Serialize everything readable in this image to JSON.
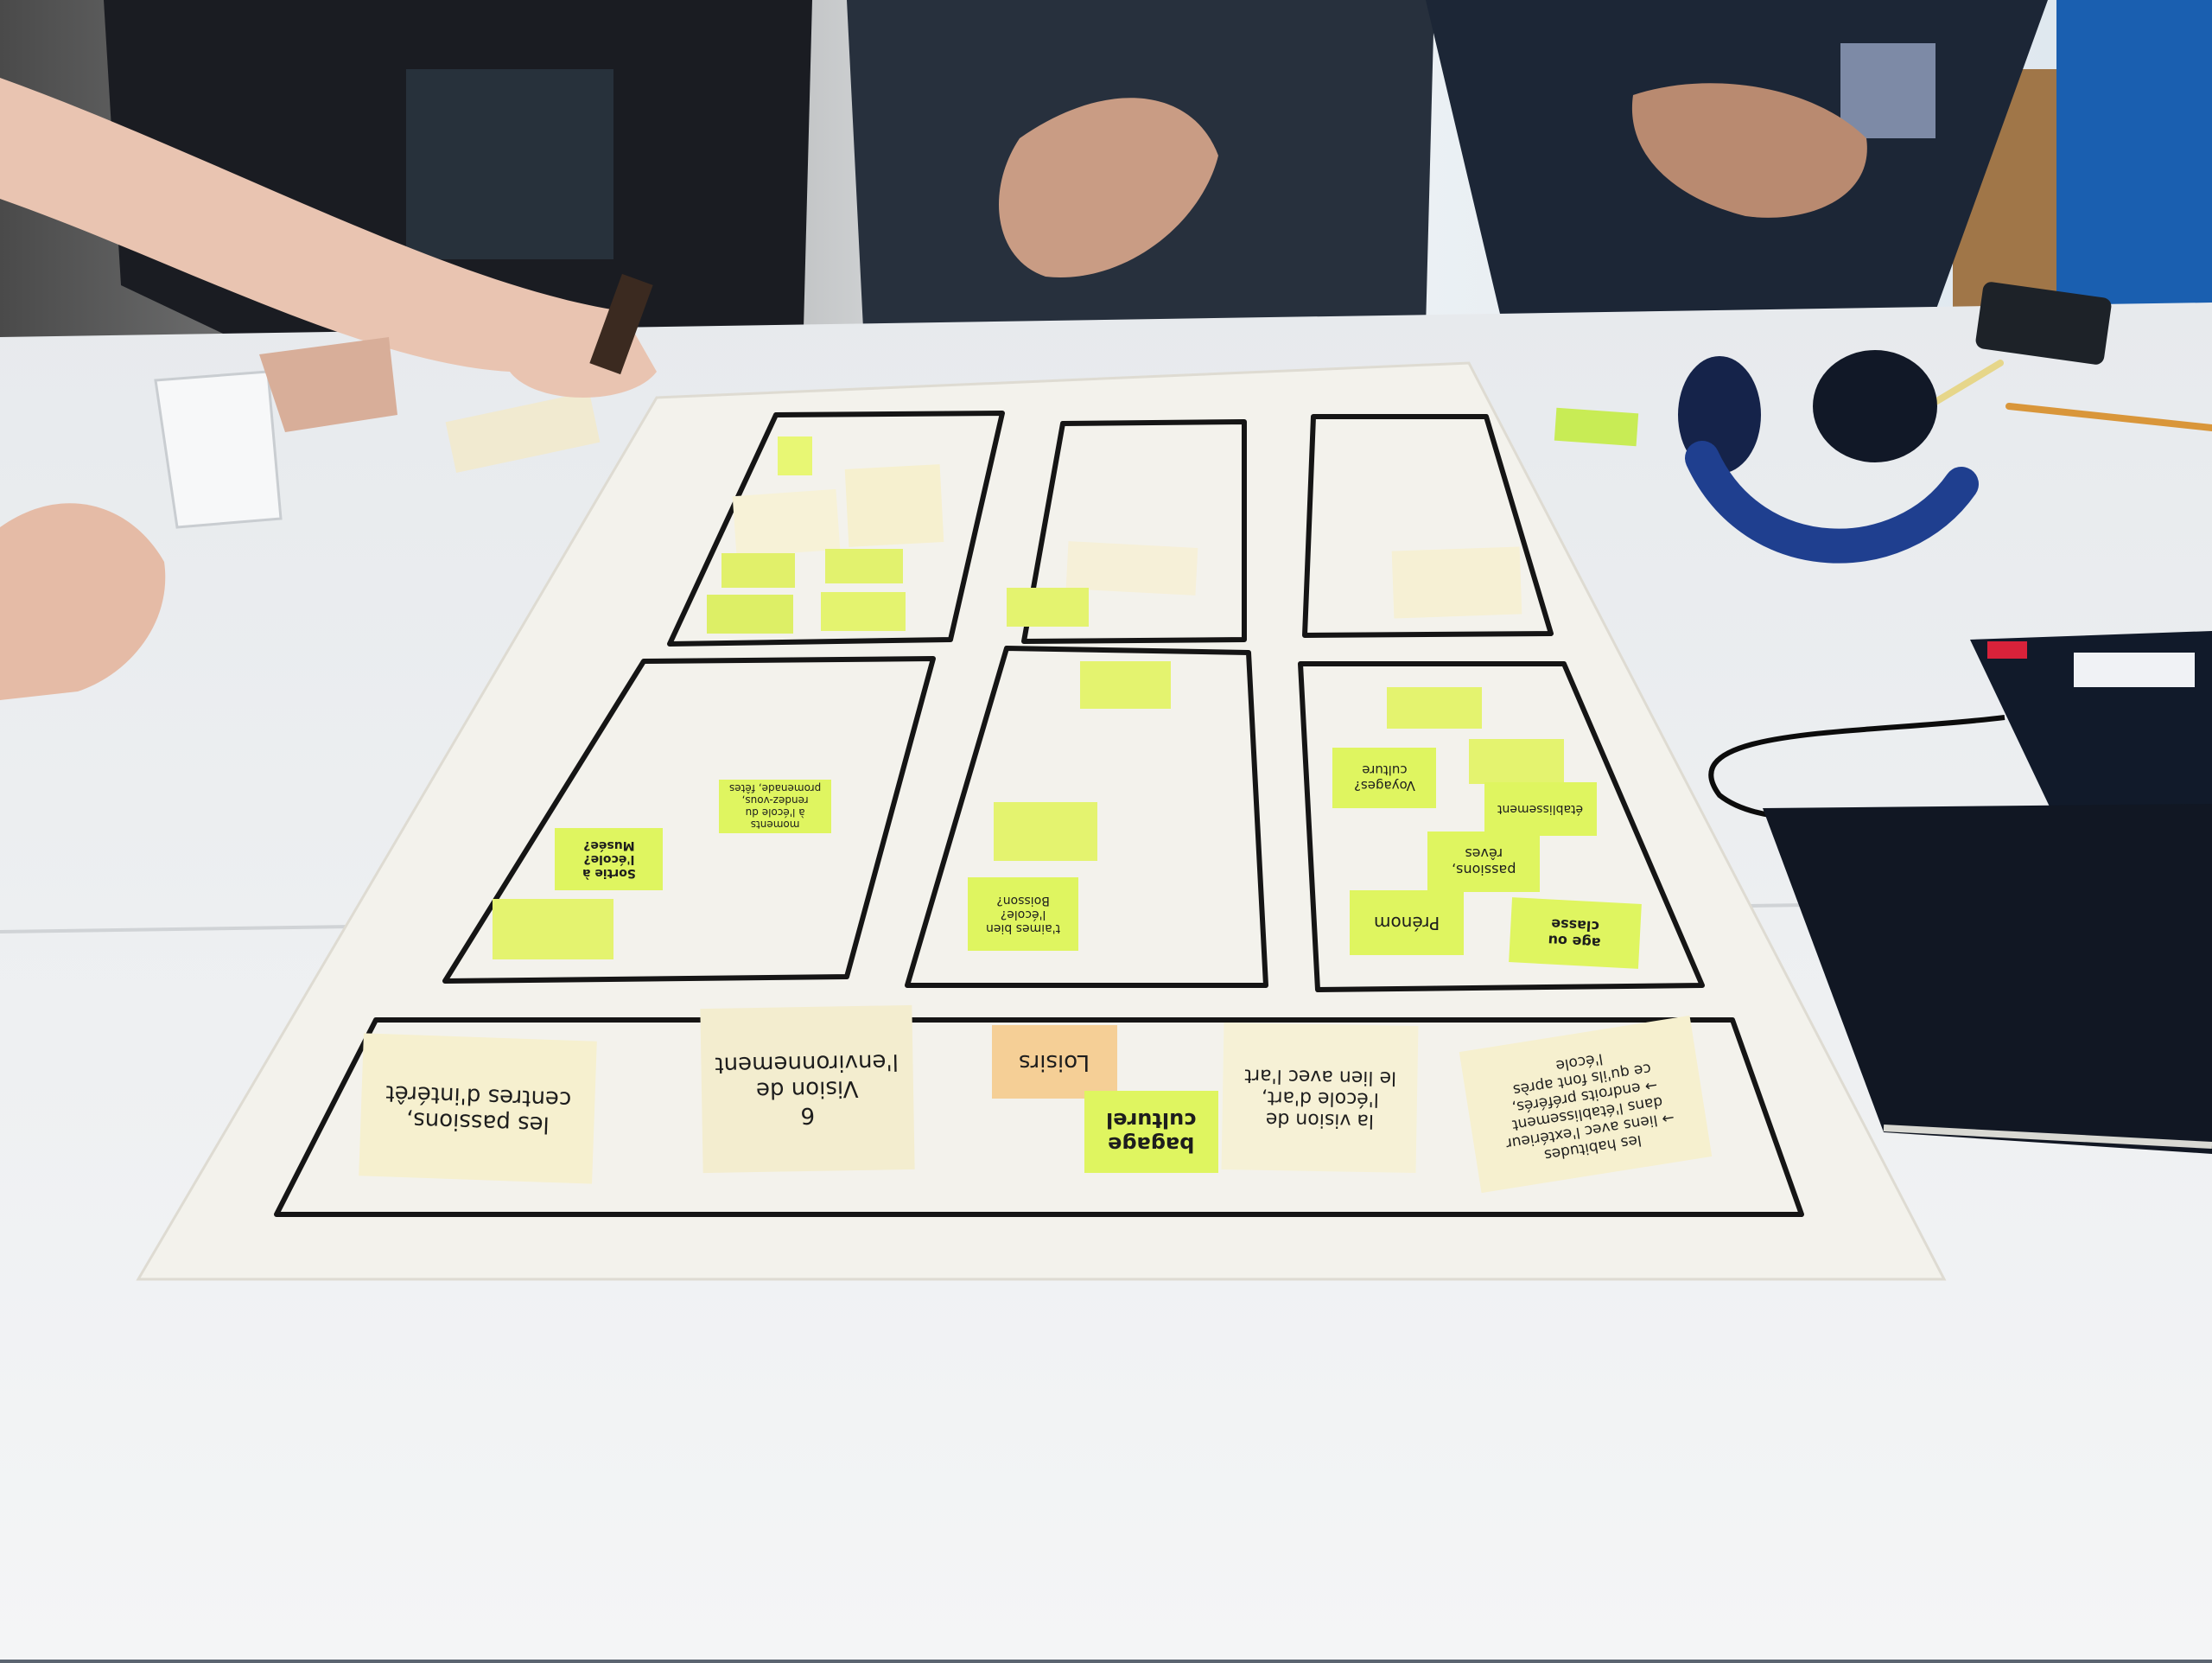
{
  "scene": {
    "colors": {
      "wall": "#e9eef2",
      "table": "#eef0f2",
      "table_shadow": "#d7dadd",
      "paper": "#f2f0ea",
      "marker": "#151515",
      "note_yellow": "#e7f27a",
      "note_cream": "#f6f0cf",
      "note_orange": "#f5cf96",
      "sleeve_dark": "#1e2430",
      "headphones": "#1f3f8f",
      "notebook": "#111826"
    }
  },
  "notes": {
    "bottom": {
      "n1": "les passions,\ncentres d'intérêt",
      "n2": "6\nVision de\nl'environnement",
      "n3": "Loisirs",
      "n4": "bagage\nculturel",
      "n5": "la vision de\nl'école d'art,\nle lien avec l'art",
      "n6": "les habitudes\n→ liens avec l'extérieur\ndans l'établissement\n→ endroits préférés,\nce qu'ils font après\nl'école"
    },
    "grid": {
      "sortie": "Sortie à\nl'école?\nMusée?",
      "centres": "moments\nà l'école du\nrendez-vous,\npromenade, fêtes",
      "aimes": "t'aimes bien\nl'école?\nBoisson?",
      "prenom": "Prénom",
      "age": "age ou\nclasse",
      "passions": "passions,\nrêves",
      "voyages": "Voyages?\nculture",
      "etablissement": "établissement"
    }
  }
}
